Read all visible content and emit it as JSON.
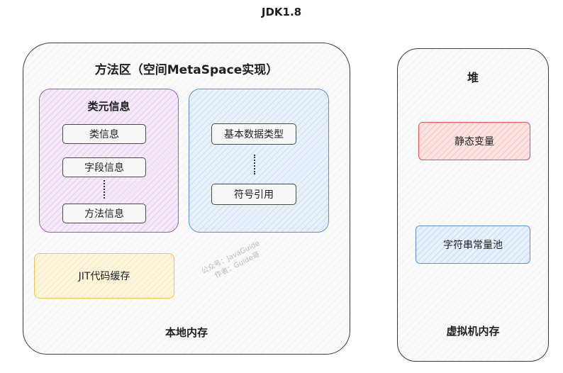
{
  "title": "JDK1.8",
  "metaspace": {
    "title": "方法区（空间MetaSpace实现）",
    "class_meta": {
      "title": "类元信息",
      "items": [
        "类信息",
        "字段信息",
        "方法信息"
      ]
    },
    "runtime_group": {
      "items": [
        "基本数据类型",
        "符号引用"
      ]
    },
    "jit": "JIT代码缓存",
    "footer": "本地内存",
    "watermark": [
      "公众号：JavaGuide",
      "作者：Guide哥"
    ]
  },
  "heap": {
    "title": "堆",
    "static_vars": "静态变量",
    "string_pool": "字符串常量池",
    "footer": "虚拟机内存"
  },
  "colors": {
    "purple": "#9b59b6",
    "blue": "#5b8fd6",
    "yellow": "#f2c14e",
    "red": "#e05555"
  }
}
